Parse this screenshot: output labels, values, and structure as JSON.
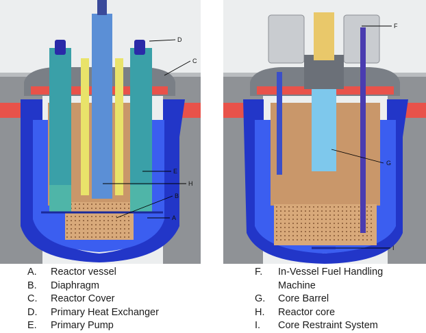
{
  "left_diagram": {
    "callouts": [
      "D",
      "C",
      "E",
      "H",
      "B",
      "A"
    ]
  },
  "right_diagram": {
    "callouts": [
      "F",
      "G",
      "I"
    ]
  },
  "legend_left": [
    {
      "key": "A.",
      "label": "Reactor vessel"
    },
    {
      "key": "B.",
      "label": "Diaphragm"
    },
    {
      "key": "C.",
      "label": "Reactor Cover"
    },
    {
      "key": "D.",
      "label": "Primary Heat Exchanger"
    },
    {
      "key": "E.",
      "label": "Primary Pump"
    }
  ],
  "legend_right": [
    {
      "key": "F.",
      "label": "In-Vessel Fuel Handling"
    },
    {
      "key": "",
      "label": "Machine"
    },
    {
      "key": "G.",
      "label": "Core Barrel"
    },
    {
      "key": "H.",
      "label": "Reactor core"
    },
    {
      "key": "I.",
      "label": "Core Restraint System"
    }
  ],
  "colors": {
    "vessel_blue": "#2236c8",
    "sodium_blue": "#3b5ef0",
    "concrete_gray": "#8f9296",
    "cover_red": "#e8524a",
    "core_tan": "#c9976a",
    "pipe_cyan": "#3aa0a8",
    "pump_teal": "#4fb5a8"
  }
}
